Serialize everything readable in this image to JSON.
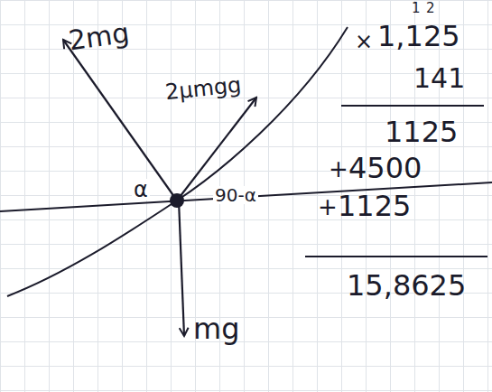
{
  "diagram": {
    "labels": [
      "2mg",
      "2μmgg",
      "α",
      "90-α",
      "mg",
      "1",
      "2",
      "×",
      "1,125",
      "141",
      "1125",
      "+",
      "4500",
      "+",
      "1125",
      "15,8625"
    ]
  }
}
